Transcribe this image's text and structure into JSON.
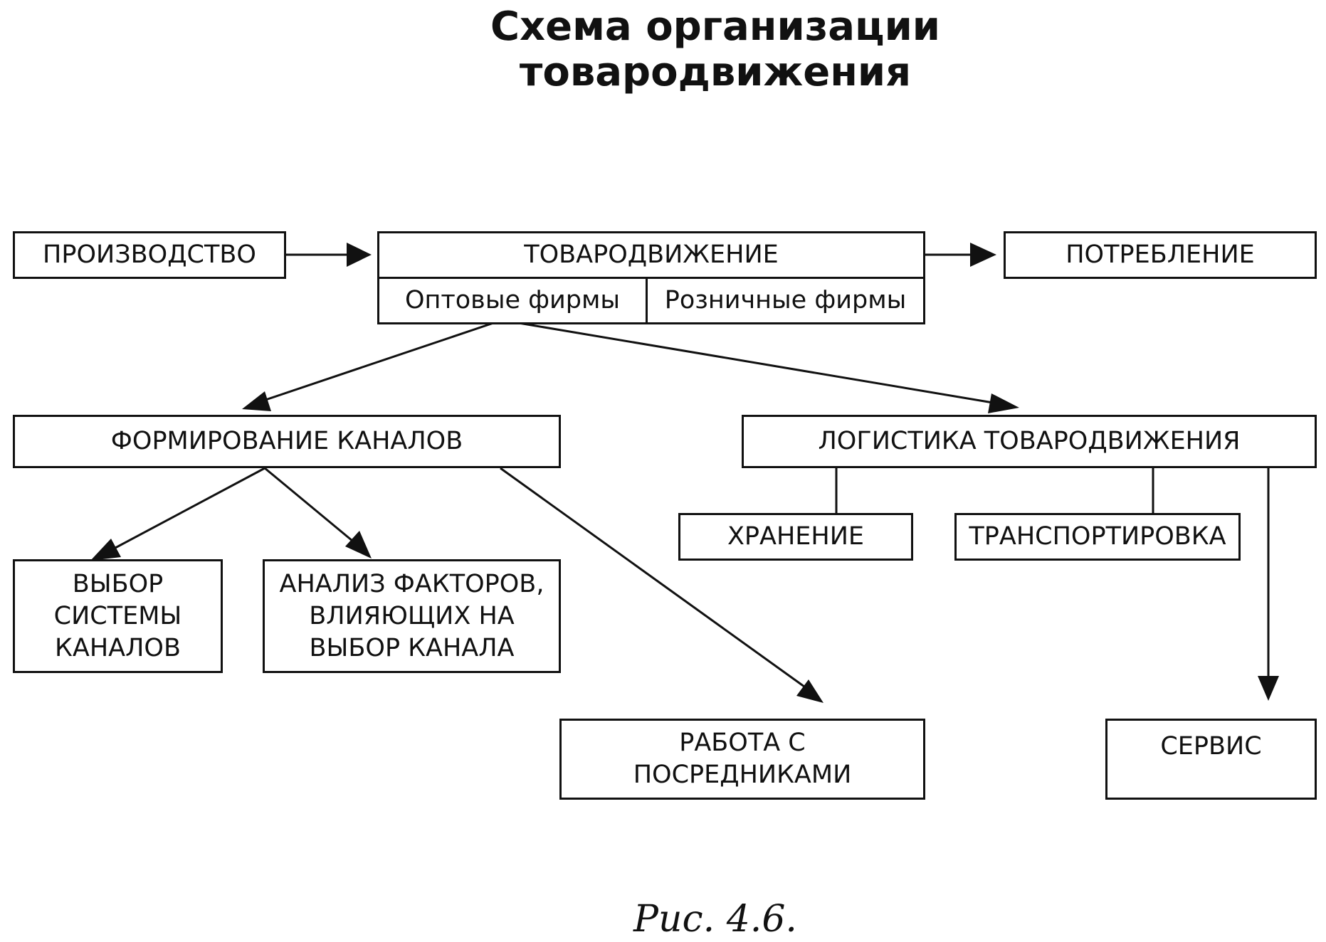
{
  "title": {
    "line1": "Схема организации",
    "line2": "товародвижения"
  },
  "nodes": {
    "production": "ПРОИЗВОДСТВО",
    "distribution": "ТОВАРОДВИЖЕНИЕ",
    "wholesale": "Оптовые фирмы",
    "retail": "Розничные фирмы",
    "consumption": "ПОТРЕБЛЕНИЕ",
    "channels": "ФОРМИРОВАНИЕ КАНАЛОВ",
    "logistics": "ЛОГИСТИКА ТОВАРОДВИЖЕНИЯ",
    "storage": "ХРАНЕНИЕ",
    "transport": "ТРАНСПОРТИРОВКА",
    "channel_system": [
      "ВЫБОР",
      "СИСТЕМЫ",
      "КАНАЛОВ"
    ],
    "factors": [
      "АНАЛИЗ ФАКТОРОВ,",
      "ВЛИЯЮЩИХ НА",
      "ВЫБОР КАНАЛА"
    ],
    "intermediaries": [
      "РАБОТА С",
      "ПОСРЕДНИКАМИ"
    ],
    "service": "СЕРВИС"
  },
  "caption": "Рис. 4.6."
}
